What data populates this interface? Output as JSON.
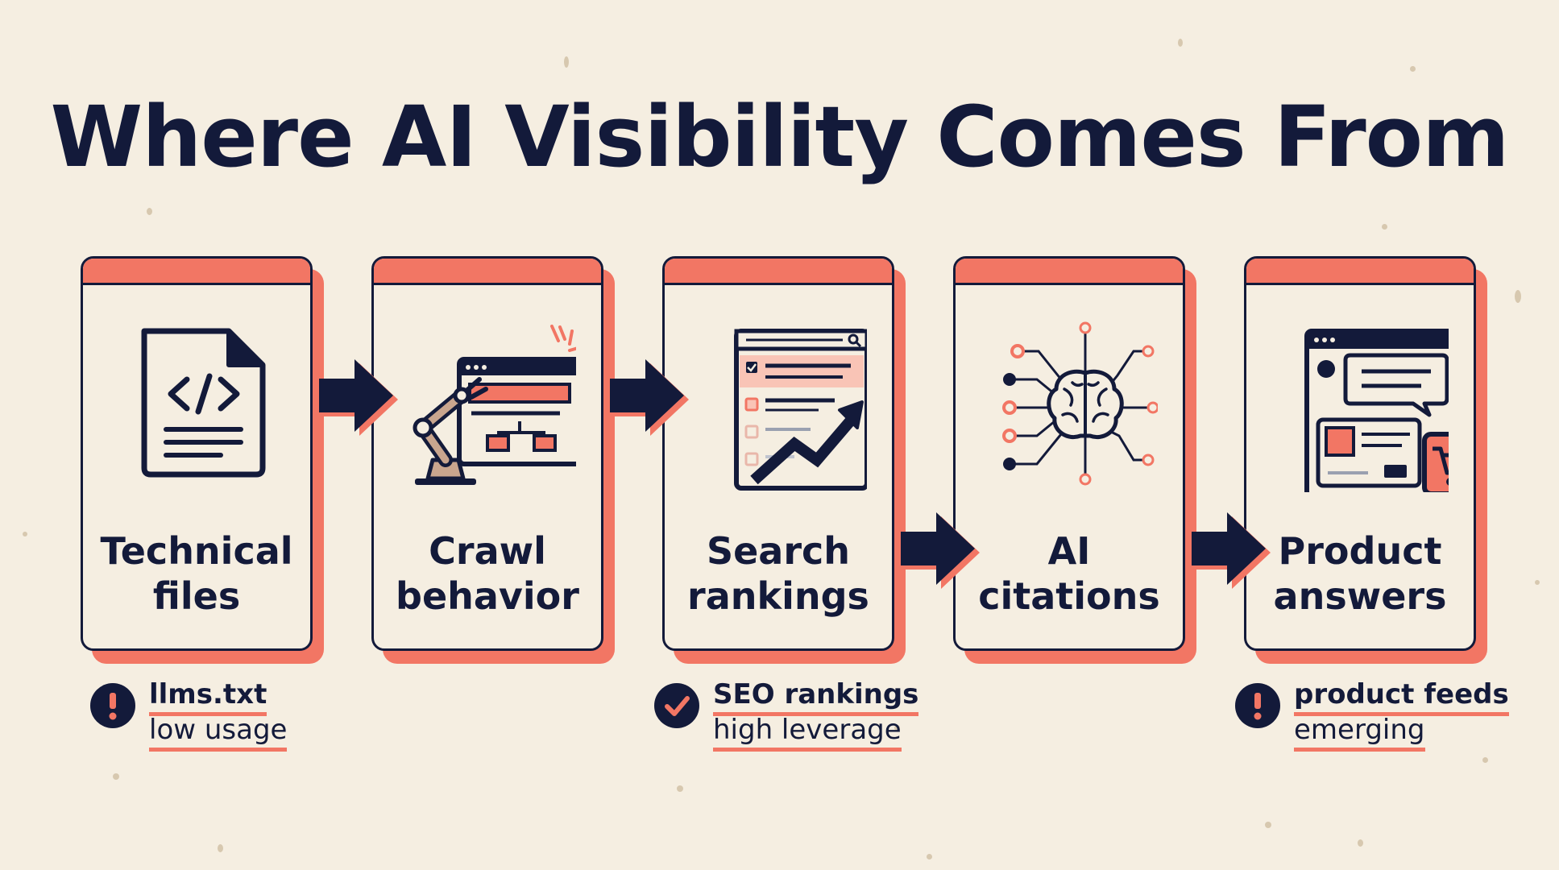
{
  "title": "Where AI Visibility Comes From",
  "colors": {
    "navy": "#131a3a",
    "coral": "#f27664",
    "cream": "#f5eee1",
    "pink": "#f9c4b6"
  },
  "cards": [
    {
      "line1": "Technical",
      "line2": "files",
      "icon": "code-file-icon"
    },
    {
      "line1": "Crawl",
      "line2": "behavior",
      "icon": "robot-arm-browser-icon"
    },
    {
      "line1": "Search",
      "line2": "rankings",
      "icon": "search-results-trend-icon"
    },
    {
      "line1": "AI",
      "line2": "citations",
      "icon": "brain-network-icon"
    },
    {
      "line1": "Product",
      "line2": "answers",
      "icon": "shopping-chat-icon"
    }
  ],
  "notes": [
    {
      "title": "llms.txt",
      "status": "low usage",
      "icon": "exclamation-icon"
    },
    {
      "title": "SEO rankings",
      "status": "high leverage",
      "icon": "checkmark-icon"
    },
    {
      "title": "product feeds",
      "status": "emerging",
      "icon": "exclamation-icon"
    }
  ]
}
